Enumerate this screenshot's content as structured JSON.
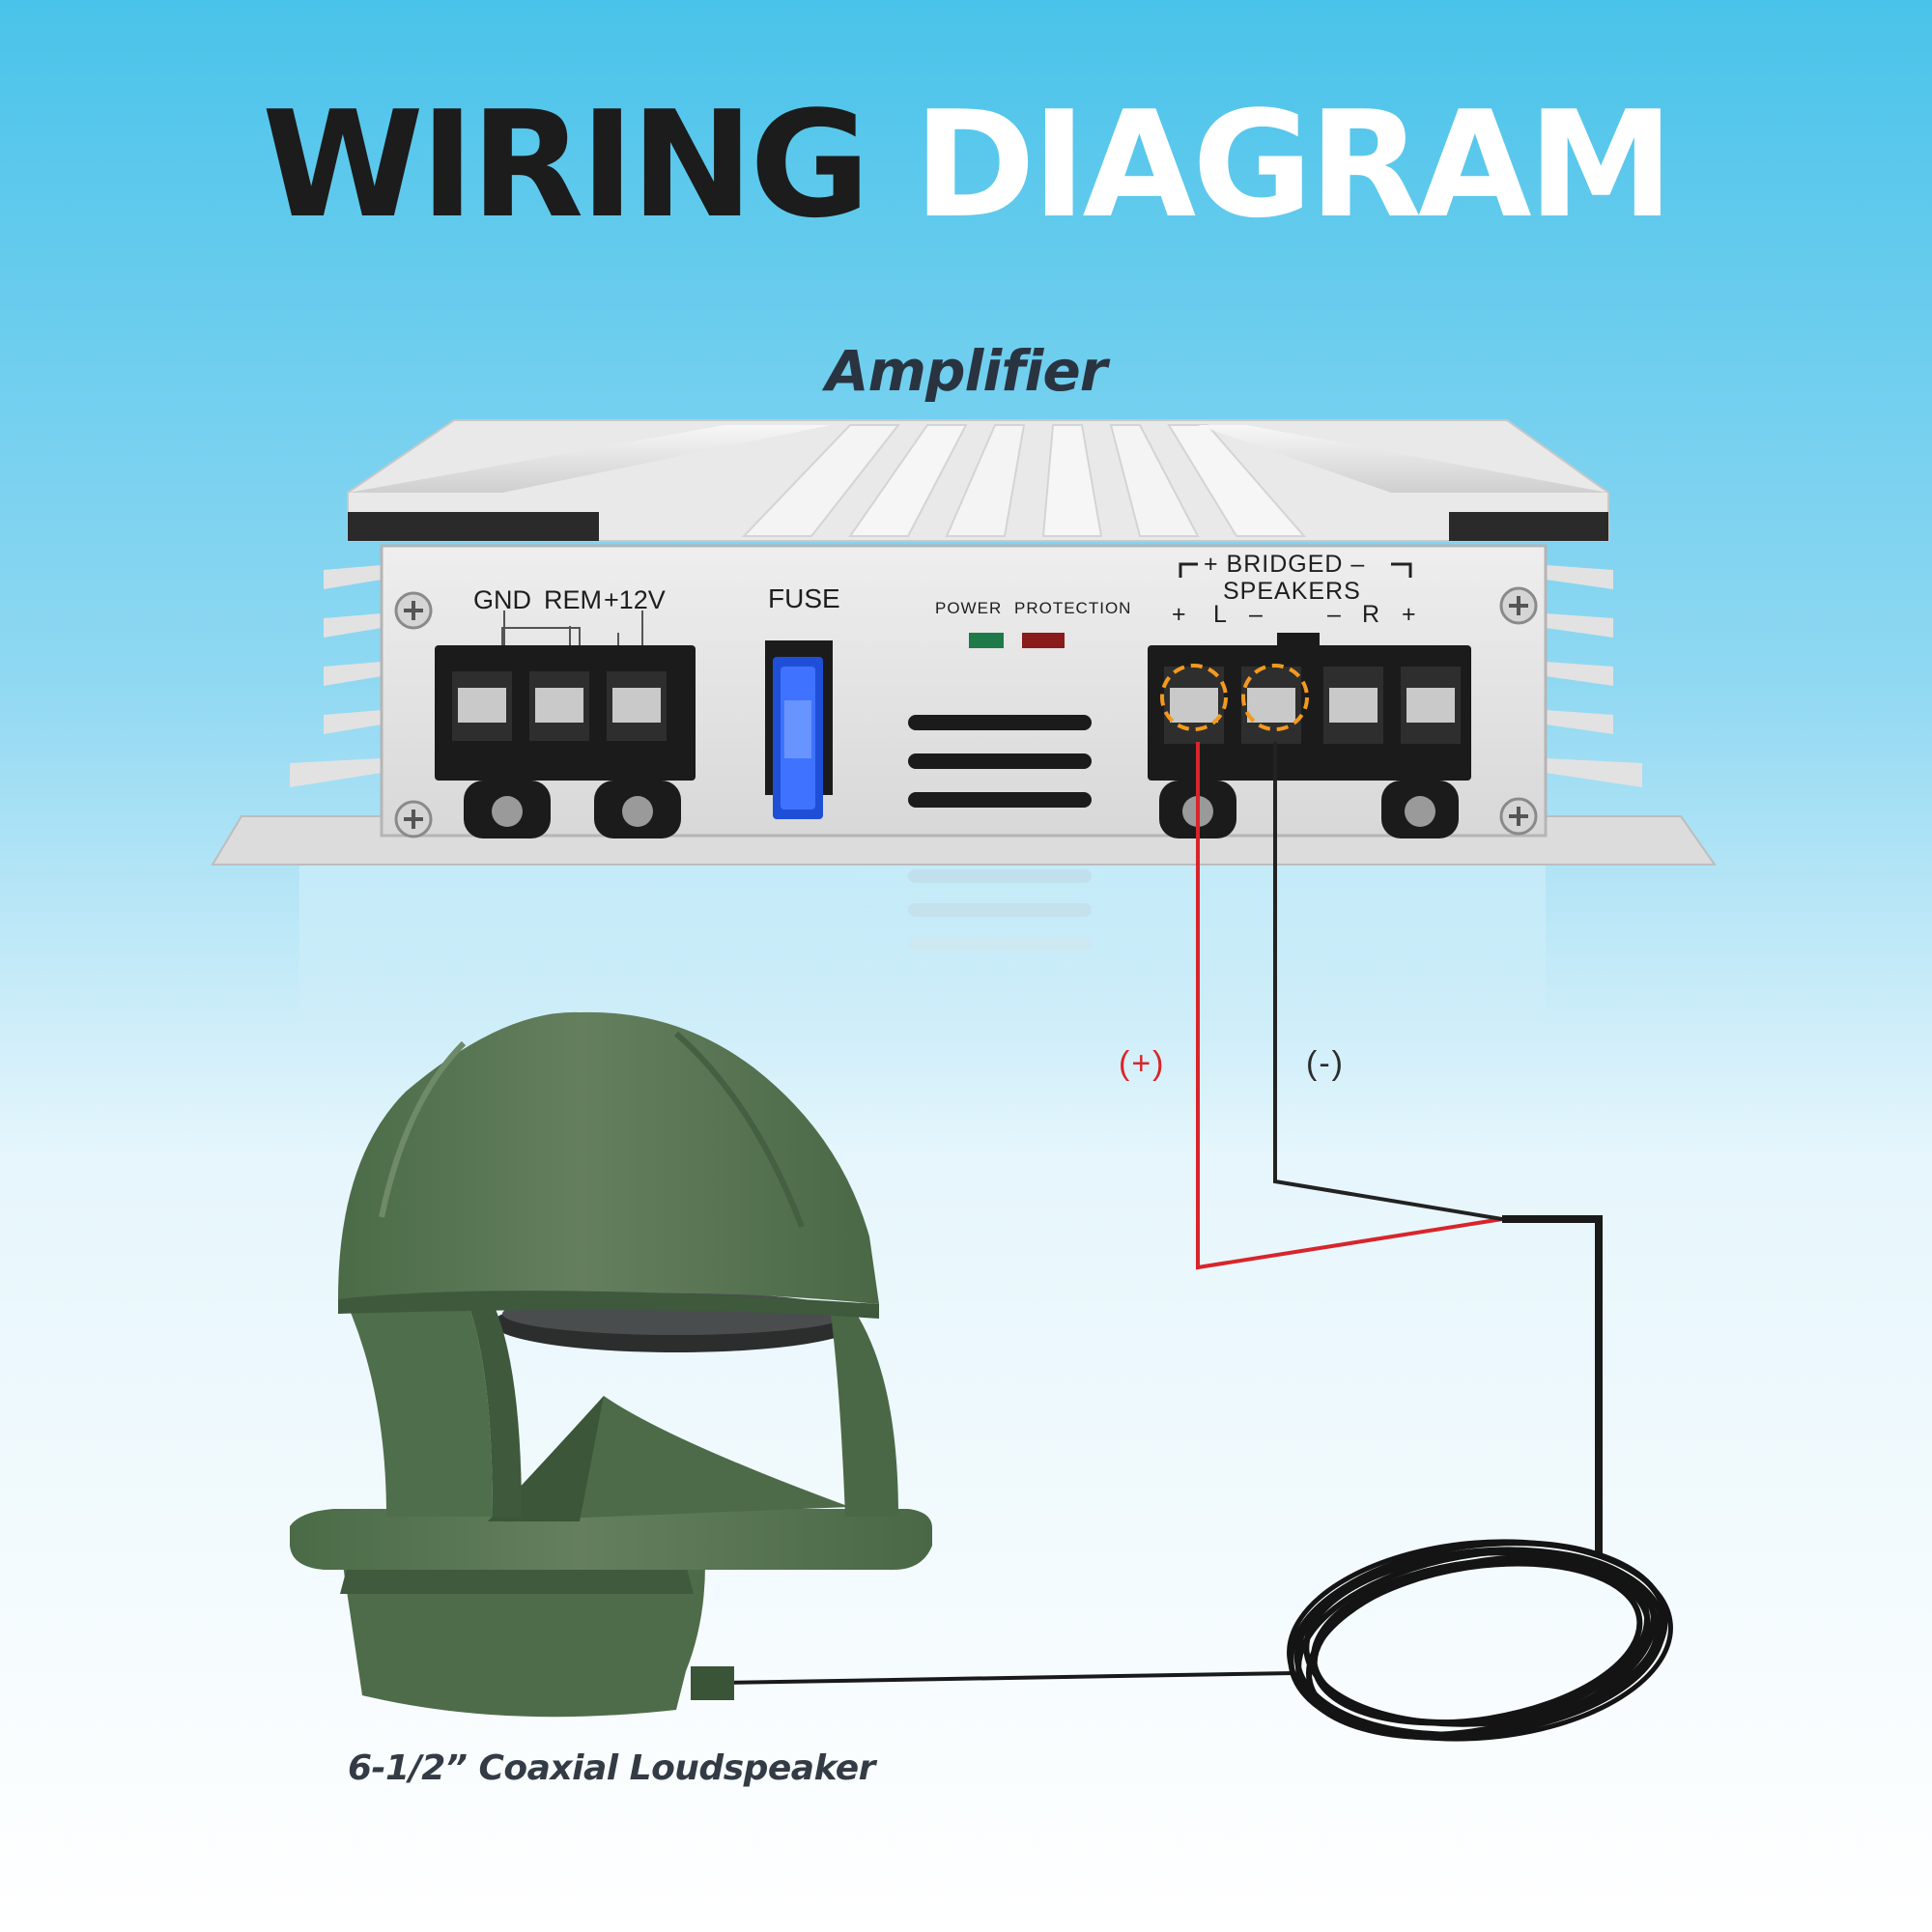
{
  "title": {
    "part1": "WIRING",
    "part2": "DIAGRAM"
  },
  "amplifier": {
    "label": "Amplifier",
    "power_terminals": {
      "gnd": "GND",
      "rem": "REM",
      "v12": "+12V"
    },
    "fuse": "FUSE",
    "leds": {
      "power": "POWER",
      "protection": "PROTECTION"
    },
    "bridged": {
      "line1": "+ BRIDGED –",
      "line2": "SPEAKERS"
    },
    "channel_marks": {
      "plus_left": "+",
      "l": "L",
      "minus_left": "–",
      "minus_right": "–",
      "r": "R",
      "plus_right": "+"
    }
  },
  "wires": {
    "positive": "(+)",
    "negative": "(-)"
  },
  "speaker": {
    "caption": "6-1/2” Coaxial Loudspeaker"
  },
  "colors": {
    "positive_wire": "#d8252b",
    "negative_wire": "#222222",
    "speaker_green": "#5a7a55",
    "highlight": "#f39a1e"
  }
}
